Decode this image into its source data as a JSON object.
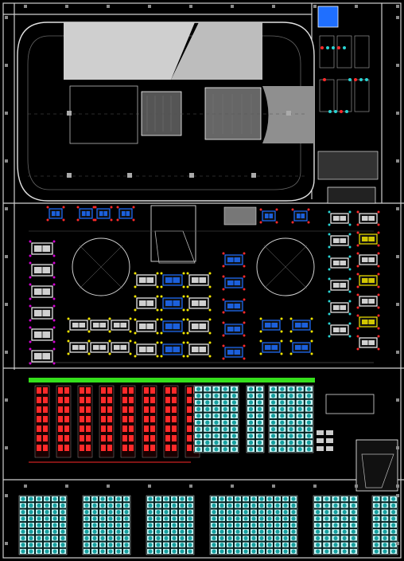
{
  "drawing": {
    "kind": "CAD floor plan",
    "background_color": "#000000",
    "colors": {
      "wall": "#e6e6e6",
      "roof": "#d9d9d9",
      "grid_line": "#8a8a8a",
      "desk_white": "#f2f2f2",
      "desk_blue": "#1f6fff",
      "accent_red": "#ff2a2a",
      "accent_yellow": "#f3e600",
      "accent_green": "#35e01c",
      "accent_cyan": "#2ad4d4",
      "accent_magenta": "#d400d4",
      "accent_teal": "#14a0a0"
    }
  },
  "zones": {
    "track_area": {
      "name": "oval-court",
      "fill_color": "#000000"
    },
    "main_hall": {
      "name": "office-hall",
      "circle_count": 2
    },
    "storage_north": {
      "name": "red-storage-racks",
      "rack_count": 8
    },
    "storage_teal": {
      "name": "teal-storage-racks"
    },
    "storage_south": {
      "name": "south-storage-racks"
    }
  },
  "labels": []
}
